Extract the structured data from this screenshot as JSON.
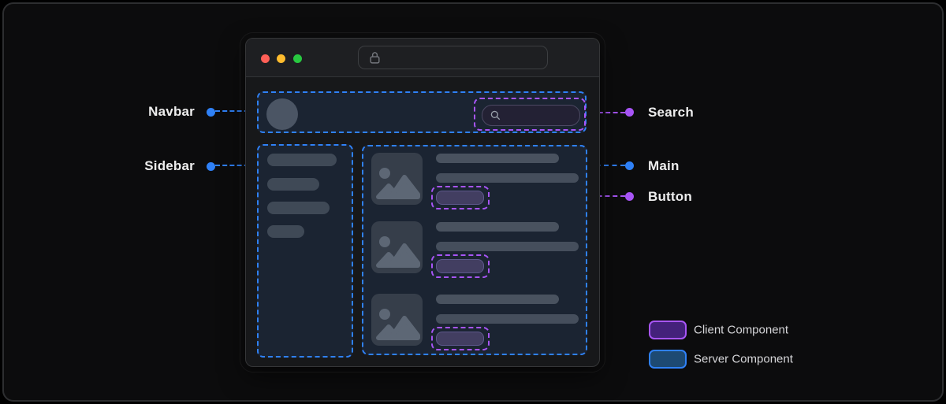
{
  "colors": {
    "server_accent": "#2f81f7",
    "client_accent": "#a855f7",
    "client_swatch_fill": "#44217b",
    "server_swatch_fill": "#1d4a73",
    "traffic_red": "#ff5f57",
    "traffic_yellow": "#febc2e",
    "traffic_green": "#28c840"
  },
  "browser": {
    "url_value": "",
    "search_value": ""
  },
  "annotations": {
    "left": [
      {
        "text": "Navbar",
        "type": "server"
      },
      {
        "text": "Sidebar",
        "type": "server"
      }
    ],
    "right": [
      {
        "text": "Search",
        "type": "client"
      },
      {
        "text": "Main",
        "type": "server"
      },
      {
        "text": "Button",
        "type": "client"
      }
    ]
  },
  "legend": {
    "items": [
      {
        "label": "Client Component",
        "type": "client"
      },
      {
        "label": "Server Component",
        "type": "server"
      }
    ]
  }
}
